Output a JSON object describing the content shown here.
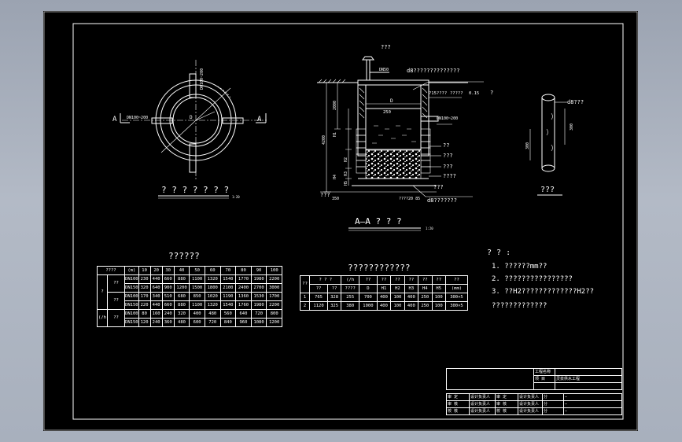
{
  "plan": {
    "section_mark_left": "A",
    "section_mark_right": "A",
    "pipe_label_left": "DN100~200",
    "pipe_label_top": "DN100~200",
    "dim_d": "D",
    "title": "? ? ? ? ? ? ?",
    "scale": "1:20"
  },
  "section": {
    "vent_label": "???",
    "top_pipe_label": "DN50",
    "top_note": "d8??????????????",
    "ring_label": "?15????",
    "ring_label2": "?????",
    "slope": "0.15",
    "q": "?",
    "dim_d": "D",
    "dim_250": "250",
    "inlet_label": "DN100~200",
    "h1": "H1",
    "h2": "H2",
    "h3": "H3",
    "h4": "H4",
    "h5": "H5",
    "dim_2000": "2000",
    "dim_4200": "4200",
    "lay_1": "??",
    "lay_2": "???",
    "lay_3": "???",
    "lay_4": "????",
    "bottom_left": "???",
    "bottom_left2": "???",
    "dim_350": "350",
    "dim_bottom": "????20 85",
    "bottom_note": "d8???????",
    "title": "A—A ? ? ?",
    "scale": "1:20"
  },
  "detail": {
    "label": "d8???",
    "dim_300a": "300",
    "dim_300b": "300",
    "title": "???"
  },
  "table1": {
    "title": "??????",
    "header": [
      "????",
      "(m)",
      "10",
      "20",
      "30",
      "40",
      "50",
      "60",
      "70",
      "80",
      "90",
      "100"
    ],
    "group1": "?",
    "group2": "?",
    "group3": "(/h",
    "sub": [
      "??",
      "??",
      "??"
    ],
    "rows": [
      [
        "DN100",
        "230",
        "440",
        "660",
        "880",
        "1100",
        "1320",
        "1540",
        "1770",
        "1980",
        "2200"
      ],
      [
        "DN150",
        "320",
        "640",
        "900",
        "1200",
        "1500",
        "1800",
        "2100",
        "2400",
        "2700",
        "3000"
      ],
      [
        "DN100",
        "170",
        "340",
        "510",
        "680",
        "850",
        "1020",
        "1190",
        "1360",
        "1530",
        "1700"
      ],
      [
        "DN150",
        "220",
        "440",
        "660",
        "880",
        "1100",
        "1320",
        "1540",
        "1760",
        "1980",
        "2200"
      ],
      [
        "DN100",
        "80",
        "160",
        "240",
        "320",
        "400",
        "480",
        "560",
        "640",
        "720",
        "800"
      ],
      [
        "DN150",
        "120",
        "240",
        "360",
        "480",
        "600",
        "720",
        "840",
        "960",
        "1080",
        "1200"
      ]
    ]
  },
  "table2": {
    "title": "????????????",
    "h1": [
      "??",
      "? ? ?",
      "(/h",
      "??",
      "??",
      "??",
      "??",
      "??",
      "??",
      "??"
    ],
    "h2": [
      "??",
      "??",
      "????",
      "D",
      "H1",
      "H2",
      "H3",
      "H4",
      "H5",
      "(mm)"
    ],
    "rows": [
      [
        "1",
        "765",
        "328",
        "255",
        "700",
        "400",
        "100",
        "400",
        "250",
        "100",
        "300×5"
      ],
      [
        "2",
        "1120",
        "325",
        "380",
        "1000",
        "400",
        "100",
        "400",
        "250",
        "100",
        "300×5"
      ]
    ]
  },
  "notes": {
    "heading": "?  ? :",
    "items": [
      "1. ??????mm??",
      "2. ????????????????",
      "3. ??H2?????????????H2??",
      "   ?????????????"
    ]
  },
  "titleblock": {
    "project_label": "工程名称",
    "item_label": "项  目",
    "item_value": "灵泉供水工程",
    "rows": [
      [
        "审  定",
        "设计负责人",
        "分",
        "—"
      ],
      [
        "审  核",
        "设计负责人",
        "分",
        "—"
      ],
      [
        "校  核",
        "设计负责人",
        "分",
        "—"
      ]
    ]
  }
}
